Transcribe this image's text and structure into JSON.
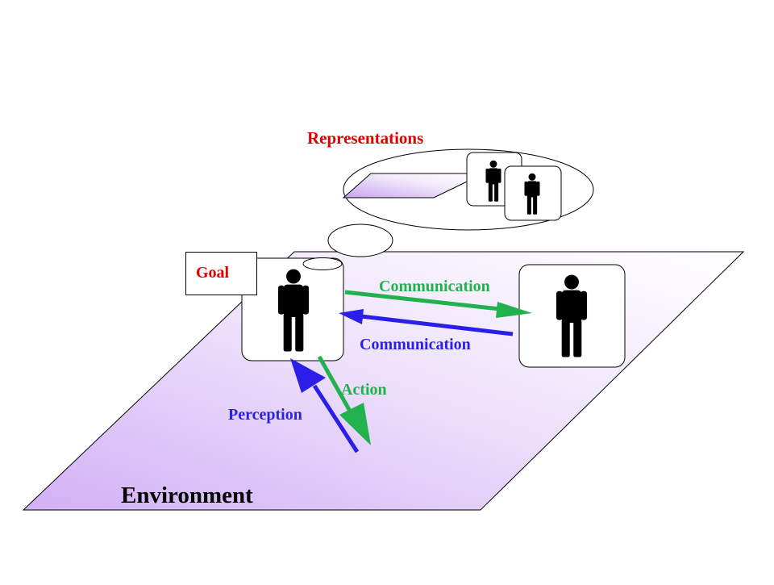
{
  "labels": {
    "representations": "Representations",
    "goal": "Goal",
    "communication_out": "Communication",
    "communication_in": "Communication",
    "action": "Action",
    "perception": "Perception",
    "environment": "Environment"
  },
  "colors": {
    "red": "#e00000",
    "green": "#22b14c",
    "blue": "#2a1ee8",
    "plane_strong": "#d8b8f8",
    "plane_light": "#f4eefc"
  },
  "icons": [
    "person-icon"
  ]
}
